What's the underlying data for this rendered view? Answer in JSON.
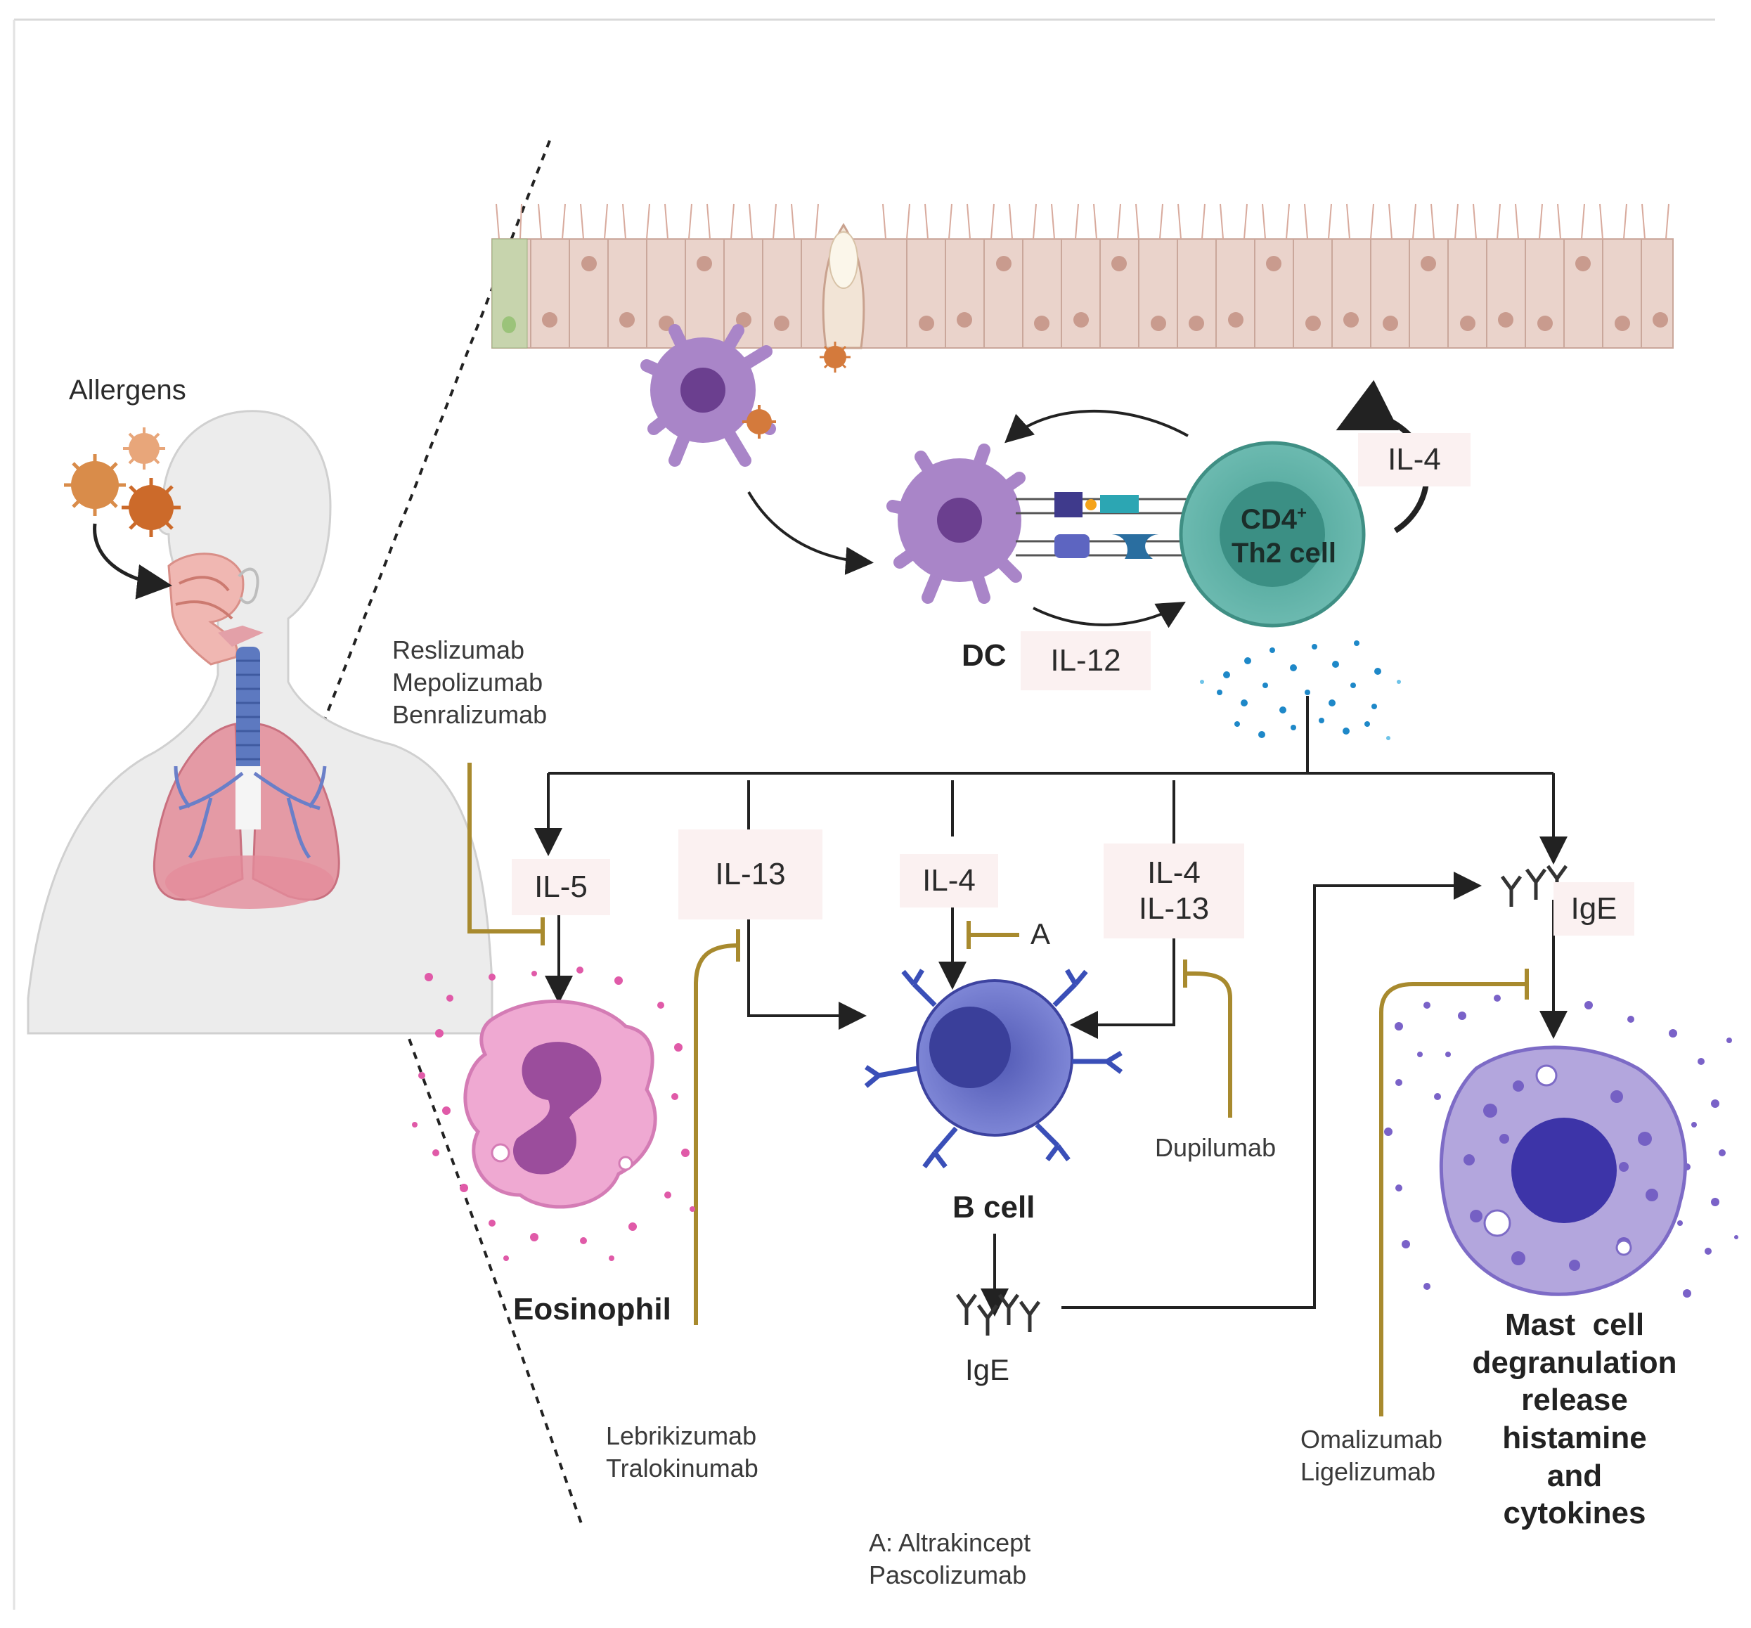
{
  "labels": {
    "allergens": "Allergens",
    "th2_line1": "CD4",
    "th2_sup": "+",
    "th2_line2": "Th2 cell",
    "dc": "DC",
    "eosinophil": "Eosinophil",
    "b_cell": "B cell",
    "ige_bottom": "IgE",
    "ige_top": "IgE",
    "mast_cell": [
      "Mast  cell",
      "degranulation",
      "release",
      "histamine",
      "and",
      "cytokines"
    ],
    "inhibitor_a": "A"
  },
  "cytokines": {
    "il4_top": "IL-4",
    "il12": "IL-12",
    "il5": "IL-5",
    "il13": "IL-13",
    "il4_mid": "IL-4",
    "il4_il13_line1": "IL-4",
    "il4_il13_line2": "IL-13"
  },
  "drugs": {
    "il5_group": [
      "Reslizumab",
      "Mepolizumab",
      "Benralizumab"
    ],
    "il13_group": [
      "Lebrikizumab",
      "Tralokinumab"
    ],
    "dupilumab": "Dupilumab",
    "ige_group": [
      "Omalizumab",
      "Ligelizumab"
    ],
    "legend_a": [
      "A: Altrakincept",
      "Pascolizumab"
    ]
  },
  "colors": {
    "arrow": "#222222",
    "inhibitor": "#a88a2e",
    "epithelium": "#e7cdc4",
    "nucleus_epi": "#c99b8e",
    "dc_body": "#a985c8",
    "dc_nucleus": "#6b3f8f",
    "th2": "#5faea2",
    "th2_nucleus": "#3b8f84",
    "bcell": "#5d68c2",
    "bcell_nucleus": "#3a3f9a",
    "eosinophil": "#efa9d2",
    "eos_nucleus": "#9b4d9c",
    "mast": "#a99ad8",
    "mast_nucleus": "#3d34a8",
    "allergen": "#d47a3c",
    "label_bg": "#fbf1f1"
  },
  "icons": [
    "human-silhouette-icon",
    "allergen-particle-icon",
    "antibody-icon",
    "epithelium-icon"
  ]
}
